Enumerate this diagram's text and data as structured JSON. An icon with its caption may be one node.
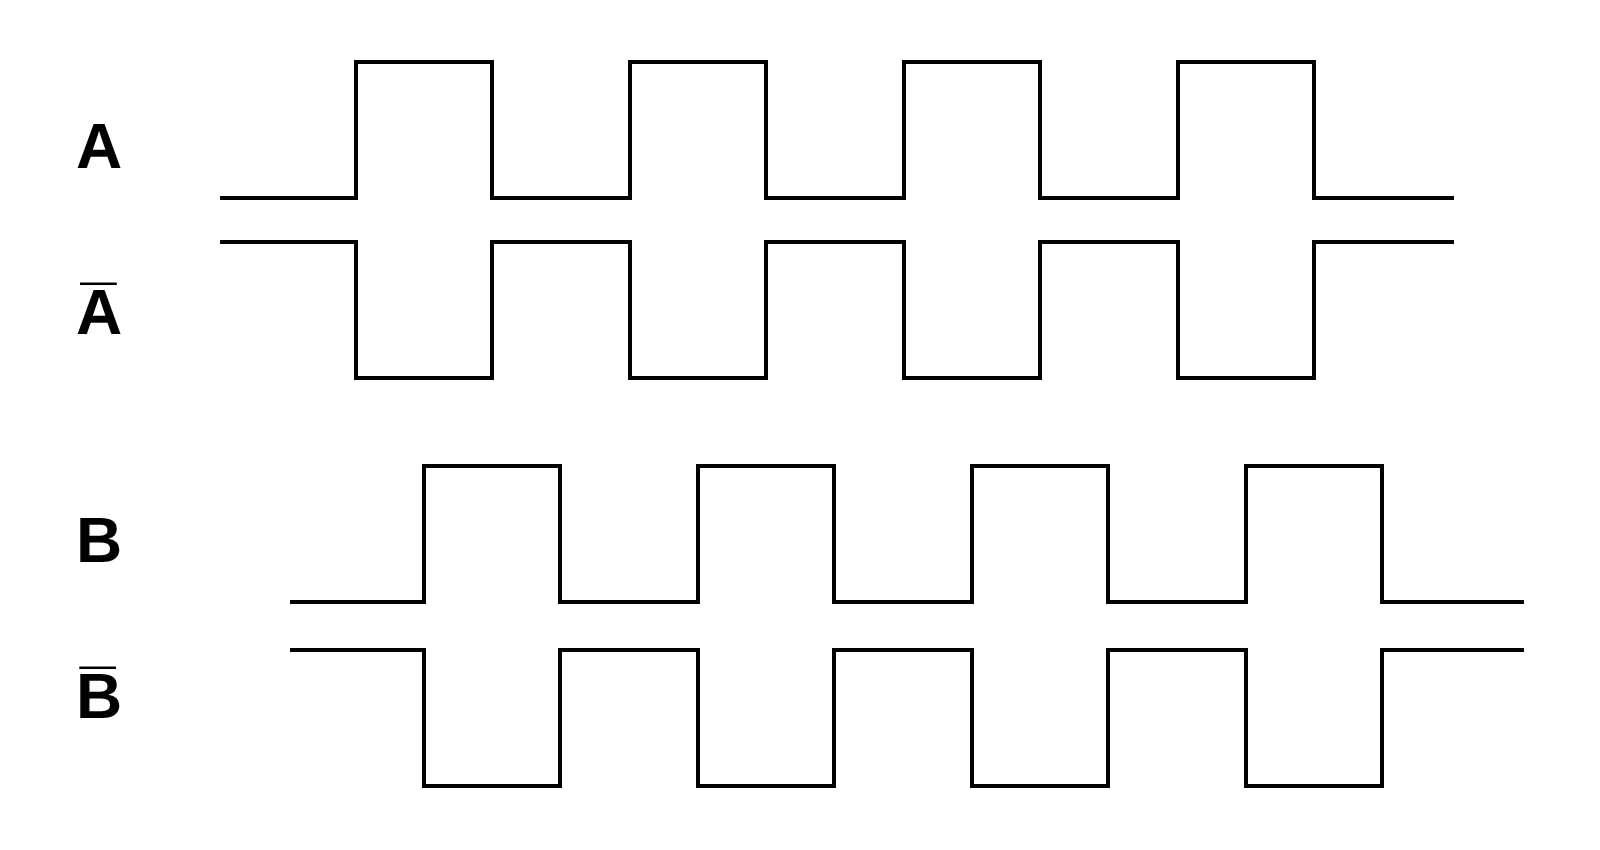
{
  "diagram": {
    "labels": [
      "A",
      "A̅",
      "B",
      "B̅"
    ]
  }
}
